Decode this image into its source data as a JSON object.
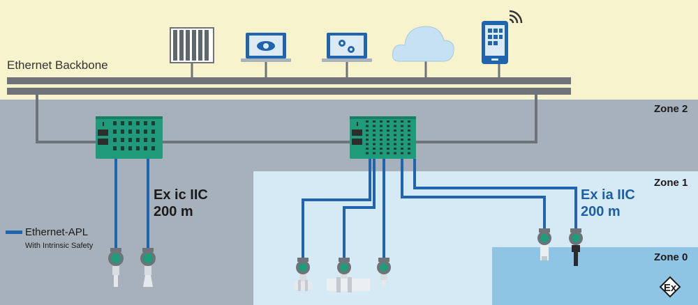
{
  "title": "Ethernet Backbone",
  "zones": {
    "zone2": "Zone 2",
    "zone1": "Zone 1",
    "zone0": "Zone 0"
  },
  "left_switch_spec": {
    "protection": "Ex ic IIC",
    "length": "200 m"
  },
  "right_switch_spec": {
    "protection": "Ex ia IIC",
    "length": "200 m"
  },
  "legend": {
    "label": "Ethernet-APL",
    "sublabel": "With Intrinsic Safety"
  },
  "backbone_devices": [
    "controller-rack-icon",
    "monitoring-laptop-icon",
    "engineering-laptop-icon",
    "cloud-icon",
    "tablet-icon"
  ],
  "colors": {
    "backbone_area": "#f7f3cc",
    "zone2": "#a7b1bb",
    "zone1": "#d6eaf6",
    "zone0": "#8fc5e4",
    "ethernet_line": "#6d7378",
    "apl_line": "#1f64ad",
    "switch_green": "#1f9a7a"
  }
}
